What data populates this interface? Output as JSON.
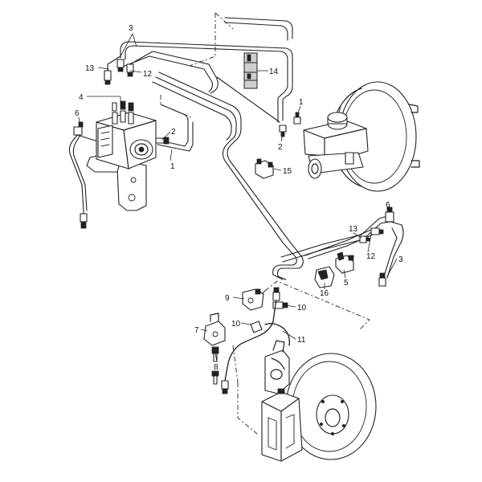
{
  "callouts": [
    {
      "id": "c1a",
      "text": "1"
    },
    {
      "id": "c1b",
      "text": "1"
    },
    {
      "id": "c2a",
      "text": "2"
    },
    {
      "id": "c2b",
      "text": "2"
    },
    {
      "id": "c3a",
      "text": "3"
    },
    {
      "id": "c3b",
      "text": "3"
    },
    {
      "id": "c4",
      "text": "4"
    },
    {
      "id": "c5",
      "text": "5"
    },
    {
      "id": "c6a",
      "text": "6"
    },
    {
      "id": "c6b",
      "text": "6"
    },
    {
      "id": "c7",
      "text": "7"
    },
    {
      "id": "c8",
      "text": "8"
    },
    {
      "id": "c9",
      "text": "9"
    },
    {
      "id": "c10a",
      "text": "10"
    },
    {
      "id": "c10b",
      "text": "10"
    },
    {
      "id": "c11",
      "text": "11"
    },
    {
      "id": "c12a",
      "text": "12"
    },
    {
      "id": "c12b",
      "text": "12"
    },
    {
      "id": "c13a",
      "text": "13"
    },
    {
      "id": "c13b",
      "text": "13"
    },
    {
      "id": "c14",
      "text": "14"
    },
    {
      "id": "c15",
      "text": "15"
    },
    {
      "id": "c16",
      "text": "16"
    }
  ]
}
